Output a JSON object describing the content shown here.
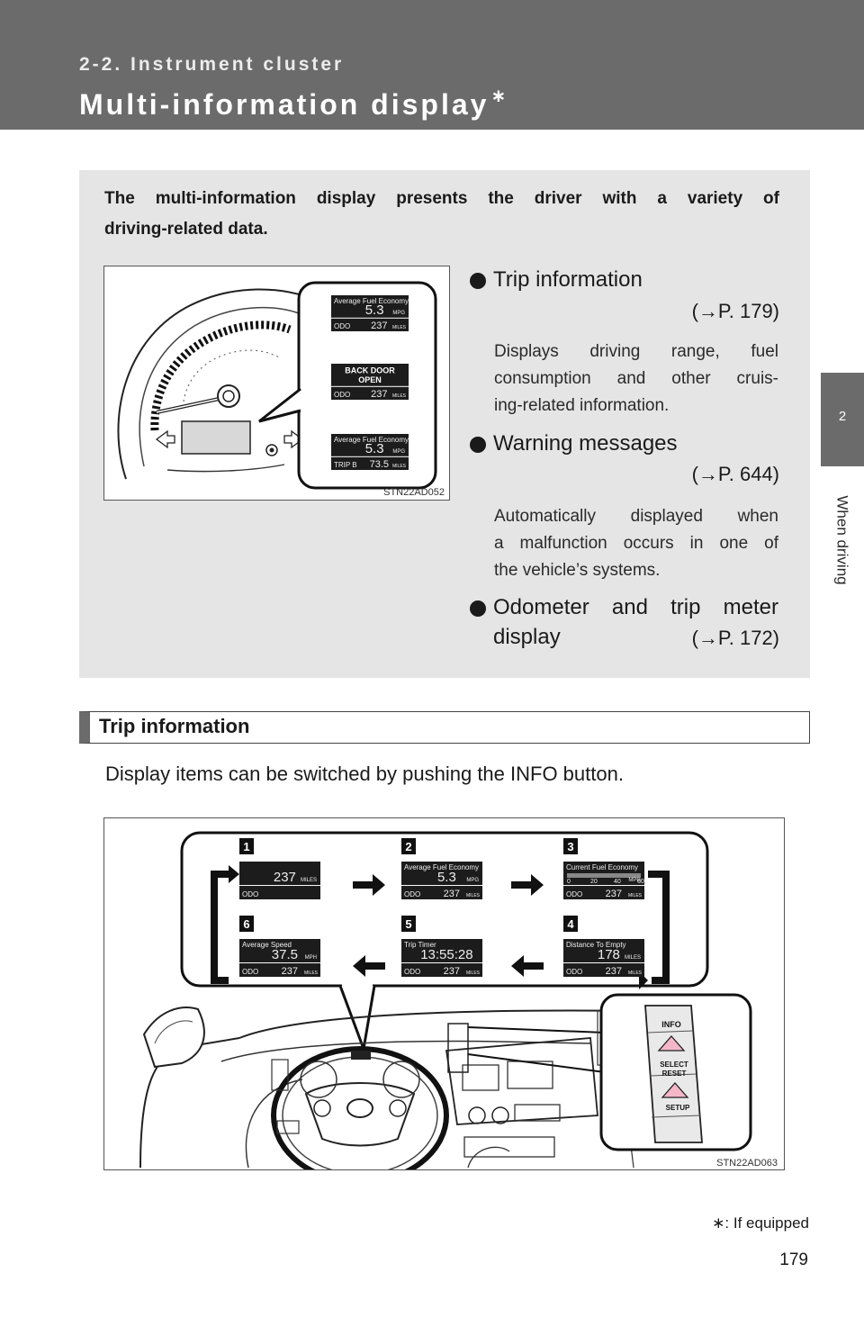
{
  "header": {
    "section": "2-2. Instrument cluster",
    "title": "Multi-information display",
    "title_mark": "∗"
  },
  "side_tab": {
    "number": "2",
    "label": "When driving"
  },
  "intro_line1": "The multi-information display presents the driver with a variety of",
  "intro_line2": "driving-related data.",
  "figure1": {
    "code": "STN22AD052",
    "screens": [
      {
        "title": "Average Fuel Economy",
        "value": "5.3",
        "unit": "MPG",
        "bottom_label": "ODO",
        "bottom_value": "237",
        "bottom_unit": "MILES"
      },
      {
        "title": "BACK DOOR",
        "value": "OPEN",
        "bottom_label": "ODO",
        "bottom_value": "237",
        "bottom_unit": "MILES"
      },
      {
        "title": "Average Fuel Economy",
        "value": "5.3",
        "unit": "MPG",
        "bottom_label": "TRIP B",
        "bottom_value": "73.5",
        "bottom_unit": "MILES"
      }
    ]
  },
  "items": [
    {
      "title": "Trip information",
      "ref": "(→P. 179)",
      "desc1": "Displays driving range, fuel",
      "desc2": "consumption and other cruis-",
      "desc3": "ing-related information."
    },
    {
      "title": "Warning messages",
      "ref": "(→P. 644)",
      "desc1": "Automatically displayed when",
      "desc2": "a malfunction occurs in one of",
      "desc3": "the vehicle’s systems."
    },
    {
      "title": "Odometer and trip meter",
      "title2": "display",
      "ref": "(→P. 172)"
    }
  ],
  "subheading": "Trip information",
  "paragraph": "Display items can be switched by pushing the INFO button.",
  "figure2": {
    "code": "STN22AD063",
    "screens": [
      {
        "num": "1",
        "title": "",
        "value": "237",
        "unit": "MILES",
        "bottom_label": "ODO",
        "bottom_value": "",
        "bottom_unit": ""
      },
      {
        "num": "2",
        "title": "Average Fuel Economy",
        "value": "5.3",
        "unit": "MPG",
        "bottom_label": "ODO",
        "bottom_value": "237",
        "bottom_unit": "MILES"
      },
      {
        "num": "3",
        "title": "Current Fuel Economy",
        "value": "",
        "unit": "MPG",
        "scale": [
          "0",
          "20",
          "40",
          "60"
        ],
        "bottom_label": "ODO",
        "bottom_value": "237",
        "bottom_unit": "MILES"
      },
      {
        "num": "4",
        "title": "Distance To Empty",
        "value": "178",
        "unit": "MILES",
        "bottom_label": "ODO",
        "bottom_value": "237",
        "bottom_unit": "MILES"
      },
      {
        "num": "5",
        "title": "Trip Timer",
        "value": "13:55:28",
        "unit": "",
        "bottom_label": "ODO",
        "bottom_value": "237",
        "bottom_unit": "MILES"
      },
      {
        "num": "6",
        "title": "Average Speed",
        "value": "37.5",
        "unit": "MPH",
        "bottom_label": "ODO",
        "bottom_value": "237",
        "bottom_unit": "MILES"
      }
    ],
    "buttons": [
      "INFO",
      "SELECT",
      "RESET",
      "SETUP"
    ]
  },
  "footnote": {
    "mark": "∗",
    "text": ": If equipped"
  },
  "page_number": "179"
}
